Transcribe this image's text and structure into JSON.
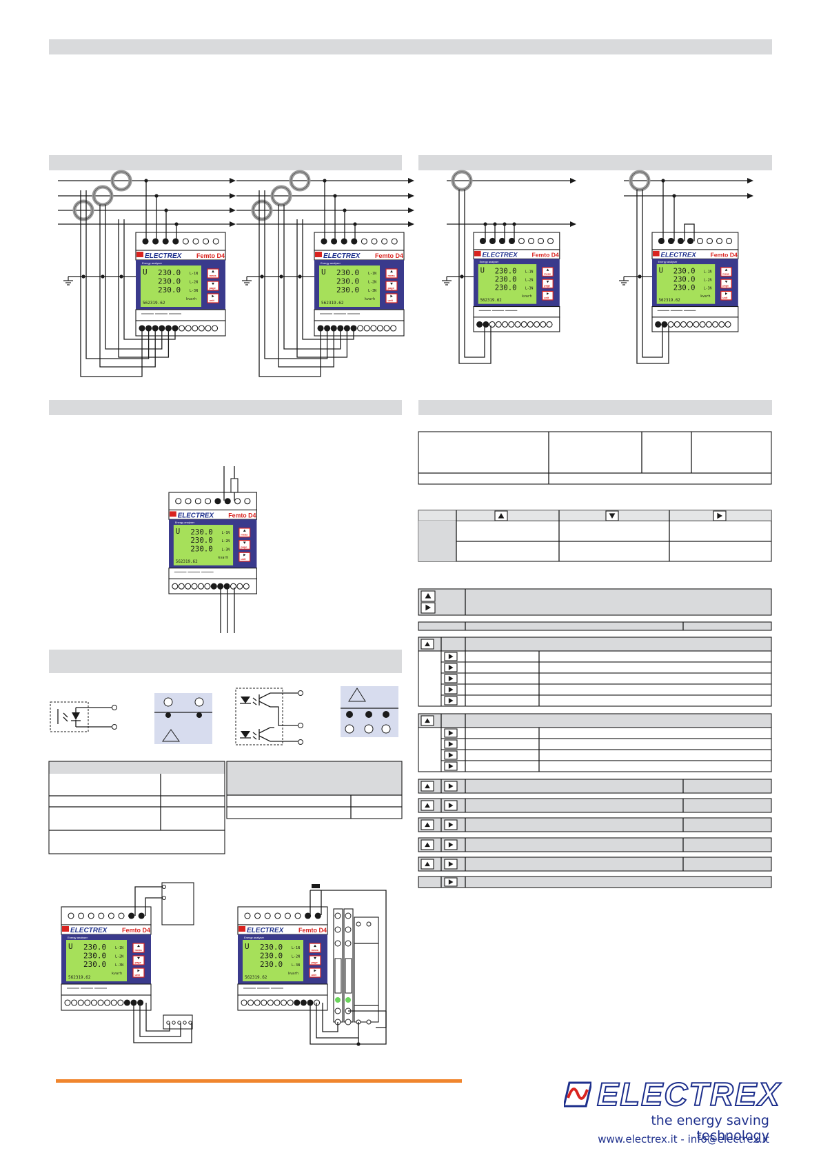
{
  "device": {
    "brand": "ELECTREX",
    "model": "Femto D4",
    "subtitle": "Energy analyser",
    "display": {
      "symbol": "U",
      "rows": [
        "230.0",
        "230.0",
        "230.0"
      ],
      "phases": [
        "L-1N",
        "L-2N",
        "L-3N"
      ],
      "counter": "562319.62",
      "unit": "kvarh"
    },
    "keys": [
      "meas",
      "page",
      "unit"
    ]
  },
  "footer": {
    "brand": "ELECTREX",
    "tagline": "the energy saving technology",
    "contact": "www.electrex.it - info@electrex.it"
  },
  "colors": {
    "header_bar": "#d9dadc",
    "device_panel": "#3a3a8c",
    "lcd": "#a6e05a",
    "accent_line": "#f0852d",
    "brand_blue": "#1d2f8c",
    "brand_red": "#d9231f"
  },
  "icons": [
    "up-arrow-icon",
    "down-arrow-icon",
    "right-arrow-icon",
    "ground-icon",
    "current-transformer-icon"
  ]
}
